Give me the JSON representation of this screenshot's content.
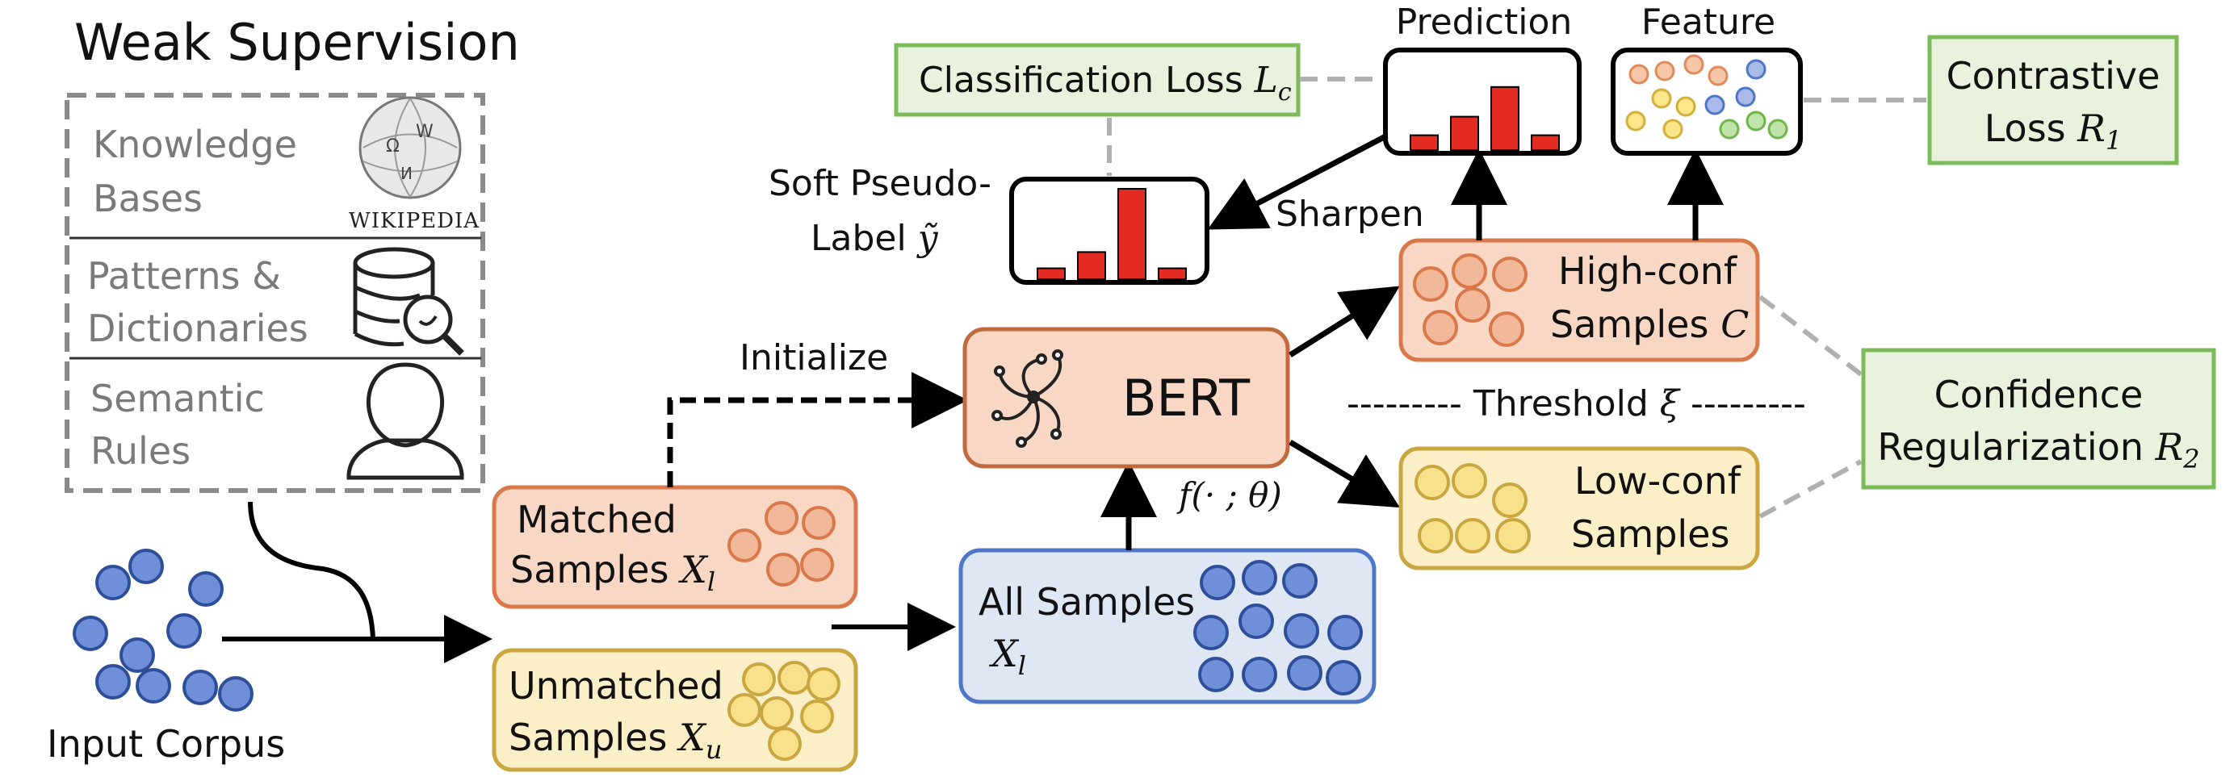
{
  "title": "Weak Supervision",
  "weak_sources": [
    {
      "line1": "Knowledge",
      "line2": "Bases",
      "icon": "wikipedia-globe-icon"
    },
    {
      "line1": "Patterns &",
      "line2": "Dictionaries",
      "icon": "database-search-icon"
    },
    {
      "line1": "Semantic",
      "line2": "Rules",
      "icon": "person-icon"
    }
  ],
  "wikipedia_label": "WIKIPEDIA",
  "input_corpus": "Input Corpus",
  "matched": {
    "text": "Matched",
    "text2": "Samples",
    "sym": "X",
    "sub": "l"
  },
  "unmatched": {
    "text": "Unmatched",
    "text2": "Samples",
    "sym": "X",
    "sub": "u"
  },
  "all_samples": {
    "text": "All Samples",
    "sym": "X",
    "sub": "l"
  },
  "initialize": "Initialize",
  "bert": "BERT",
  "model_fn": "f(· ; θ)",
  "high_conf": {
    "line1": "High-conf",
    "line2": "Samples",
    "sym": "C"
  },
  "low_conf": {
    "line1": "Low-conf",
    "line2": "Samples"
  },
  "threshold": {
    "dashes_left": "---------",
    "text": "Threshold",
    "sym": "ξ",
    "dashes_right": "---------"
  },
  "sharpen": "Sharpen",
  "soft_pseudo": {
    "line1": "Soft Pseudo-",
    "line2": "Label",
    "sym": "ỹ"
  },
  "prediction": "Prediction",
  "feature": "Feature",
  "classification_loss": {
    "text": "Classification Loss",
    "sym": "L",
    "sub": "c"
  },
  "contrastive_loss": {
    "line1": "Contrastive",
    "line2": "Loss",
    "sym": "R",
    "sub": "1"
  },
  "confidence_reg": {
    "line1": "Confidence",
    "line2": "Regularization",
    "sym": "R",
    "sub": "2"
  },
  "prediction_bars": [
    0.2,
    0.45,
    0.85,
    0.2
  ],
  "pseudo_bars": [
    0.12,
    0.3,
    1.0,
    0.12
  ],
  "colors": {
    "orange_fill": "#f8d8c4",
    "orange_stroke": "#d9784a",
    "orange_dot": "#f1b99a",
    "yellow_fill": "#fbefc8",
    "yellow_stroke": "#c9a640",
    "yellow_dot": "#f9e08a",
    "blue_fill": "#dfe6f4",
    "blue_stroke": "#4f77c8",
    "blue_dot": "#6f8fd9",
    "green_fill": "#e8f2dc",
    "green_stroke": "#7dbb5a",
    "bar_red": "#e32b22",
    "dash_grey": "#b0b0b0"
  }
}
